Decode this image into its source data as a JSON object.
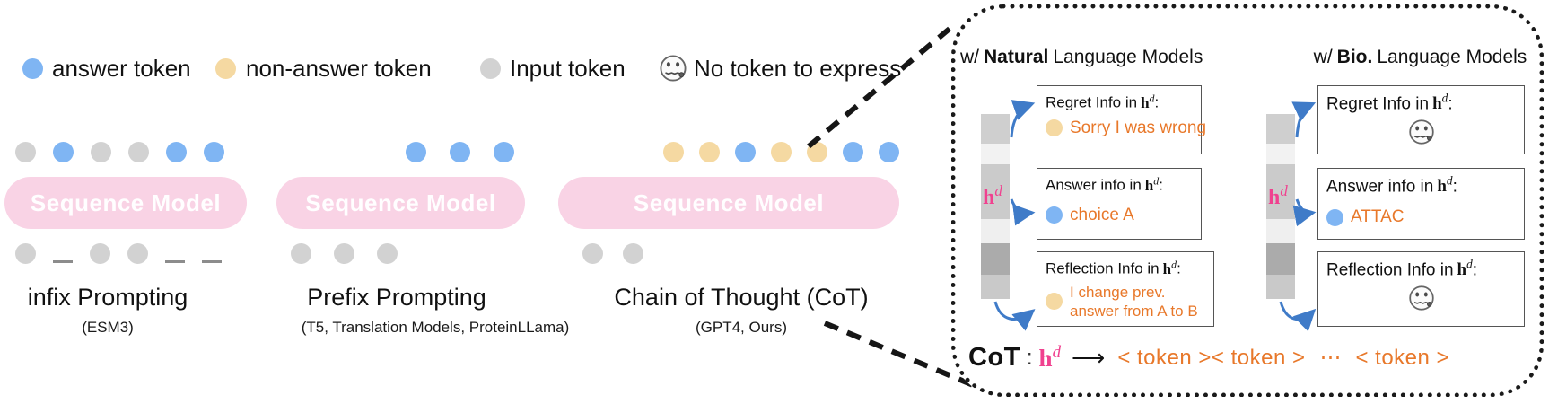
{
  "legend": {
    "answer": "answer token",
    "non_answer": "non-answer token",
    "input": "Input token",
    "no_token": "No token to express"
  },
  "models": [
    {
      "box_label": "Sequence Model",
      "name": "infix Prompting",
      "sub": "(ESM3)",
      "top_dots": [
        "gray",
        "blue",
        "gray",
        "gray",
        "blue",
        "blue"
      ],
      "bottom_items": [
        "dot",
        "underscore",
        "dot",
        "dot",
        "underscore",
        "underscore"
      ]
    },
    {
      "box_label": "Sequence Model",
      "name": "Prefix Prompting",
      "sub": "(T5, Translation Models, ProteinLLama)",
      "top_dots": [
        "blue",
        "blue",
        "blue"
      ],
      "bottom_items": [
        "dot",
        "dot",
        "dot"
      ]
    },
    {
      "box_label": "Sequence Model",
      "name": "Chain of Thought (CoT)",
      "sub": "(GPT4, Ours)",
      "top_dots": [
        "tan",
        "tan",
        "blue",
        "tan",
        "tan",
        "blue",
        "blue"
      ],
      "bottom_items": [
        "dot",
        "dot"
      ]
    }
  ],
  "panel": {
    "headers": [
      {
        "prefix": "w/",
        "bold": "Natural",
        "rest": "Language Models"
      },
      {
        "prefix": "w/",
        "bold": "Bio.",
        "rest": "Language Models"
      }
    ],
    "hd": {
      "base": "h",
      "sup": "d"
    },
    "colon": ":",
    "columns": [
      {
        "name": "natural",
        "boxes": [
          {
            "title_prefix": "Regret Info in",
            "dot": "tan",
            "text": "Sorry I was wrong"
          },
          {
            "title_prefix": "Answer info in",
            "dot": "blue",
            "text": "choice A"
          },
          {
            "title_prefix": "Reflection Info in",
            "dot": "tan",
            "text_lines": [
              "I change prev.",
              "answer from A to B"
            ]
          }
        ]
      },
      {
        "name": "bio",
        "boxes": [
          {
            "title_prefix": "Regret Info in",
            "content": "no-token-face"
          },
          {
            "title_prefix": "Answer info in",
            "dot": "blue",
            "text": "ATTAC"
          },
          {
            "title_prefix": "Reflection Info in",
            "content": "no-token-face"
          }
        ]
      }
    ],
    "formula": {
      "cot": "CoT",
      "colon": ":",
      "arrow": "⟶",
      "tokens_a": "< token >< token >",
      "ellipsis": "⋯",
      "tokens_b": "< token >"
    }
  },
  "colors": {
    "answer_blue": "#7FB5F3",
    "non_answer_tan": "#F5D9A2",
    "input_gray": "#D2D2D2",
    "model_pink": "#F9D3E5",
    "hd_pink": "#F0418F",
    "orange_text": "#E8782A",
    "arrow_blue": "#3F7BC8"
  },
  "vector_cells": [
    "#CFCFCF",
    "#F2F2F2",
    "#CBCBCB",
    "#EFEFEF",
    "#ABABAB",
    "#C9C9C9"
  ]
}
